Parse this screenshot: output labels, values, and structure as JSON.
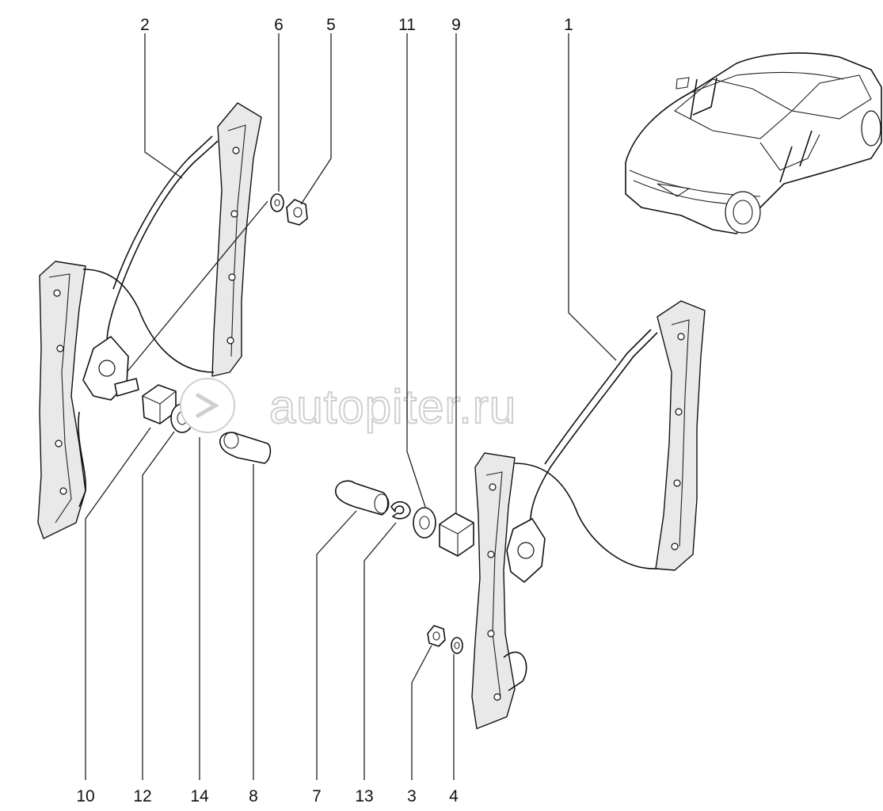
{
  "watermark": {
    "text": "autopiter.ru"
  },
  "callouts": {
    "c1": "1",
    "c2": "2",
    "c3": "3",
    "c4": "4",
    "c5": "5",
    "c6": "6",
    "c7": "7",
    "c8": "8",
    "c9": "9",
    "c10": "10",
    "c11": "11",
    "c12": "12",
    "c13": "13",
    "c14": "14"
  }
}
